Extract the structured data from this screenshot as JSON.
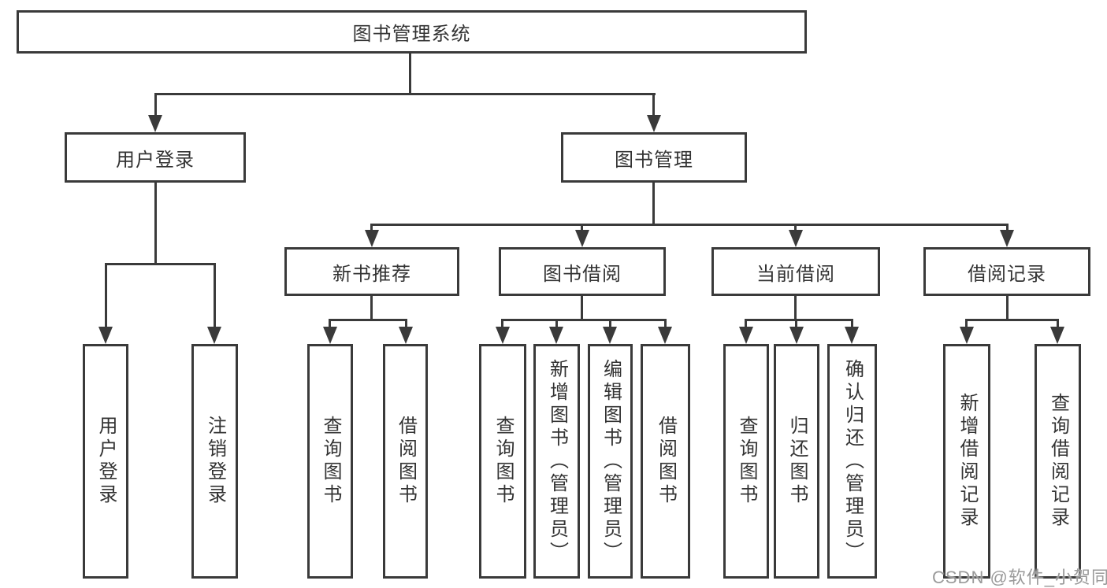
{
  "diagram": {
    "root": "图书管理系统",
    "level2": {
      "user_login": "用户登录",
      "book_management": "图书管理"
    },
    "level3": {
      "new_book_recommend": "新书推荐",
      "book_borrow": "图书借阅",
      "current_borrow": "当前借阅",
      "borrow_records": "借阅记录"
    },
    "leaves": {
      "user": [
        "用户登录",
        "注销登录"
      ],
      "newbook": [
        "查询图书",
        "借阅图书"
      ],
      "borrow": [
        "查询图书",
        "新增图书（管理员）",
        "编辑图书（管理员）",
        "借阅图书"
      ],
      "current": [
        "查询图书",
        "归还图书",
        "确认归还（管理员）"
      ],
      "records": [
        "新增借阅记录",
        "查询借阅记录"
      ]
    },
    "watermark": "CSDN @软件_小贺同学",
    "colors": {
      "line": "#3a3a3a",
      "text": "#333333",
      "background": "#ffffff",
      "watermark": "#9a9a9a"
    }
  }
}
